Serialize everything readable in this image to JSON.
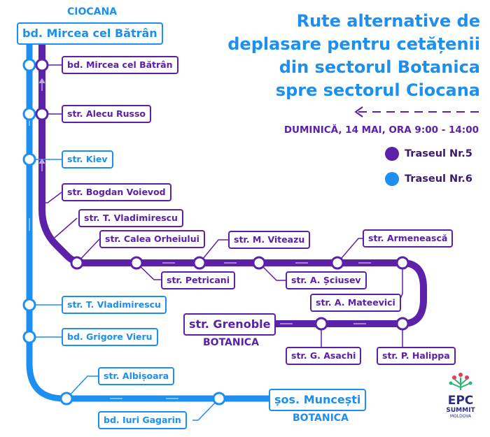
{
  "colors": {
    "route5": "#5b21a8",
    "route6": "#1c8ff0"
  },
  "title_lines": [
    "Rute alternative de",
    "deplasare pentru cetățenii",
    "din sectorul Botanica",
    "spre sectorul Ciocana"
  ],
  "date": "DUMINICĂ, 14 MAI, ORA 9:00 - 14:00",
  "legend": [
    {
      "label": "Traseul Nr.5",
      "color": "#5b21a8"
    },
    {
      "label": "Traseul Nr.6",
      "color": "#1c8ff0"
    }
  ],
  "terminals": {
    "ciocana_label": "CIOCANA",
    "ciocana_stop": "bd. Mircea cel Bătrân",
    "botanica5_stop": "str. Grenoble",
    "botanica5_label": "BOTANICA",
    "botanica6_stop": "șos. Muncești",
    "botanica6_label": "BOTANICA"
  },
  "stops": {
    "mircea5": "bd. Mircea cel Bătrân",
    "alecu_russo": "str. Alecu Russo",
    "kiev": "str. Kiev",
    "bogdan_voievod": "str. Bogdan Voievod",
    "vladimirescu5": "str. T. Vladimirescu",
    "calea_orheiului": "str. Calea Orheiului",
    "petricani": "str. Petricani",
    "m_viteazu": "str. M. Viteazu",
    "sciusev": "str. A. Șciusev",
    "armeneasca": "str. Armenească",
    "mateevici": "str. A. Mateevici",
    "asachi": "str. G. Asachi",
    "halippa": "str. P. Halippa",
    "vladimirescu6": "str. T. Vladimirescu",
    "grigore_vieru": "bd. Grigore Vieru",
    "albisoara": "str. Albișoara",
    "gagarin": "bd. Iuri Gagarin"
  },
  "logo": {
    "line1": "EPC",
    "line2": "SUMMIT",
    "line3": "MOLDOVA"
  }
}
